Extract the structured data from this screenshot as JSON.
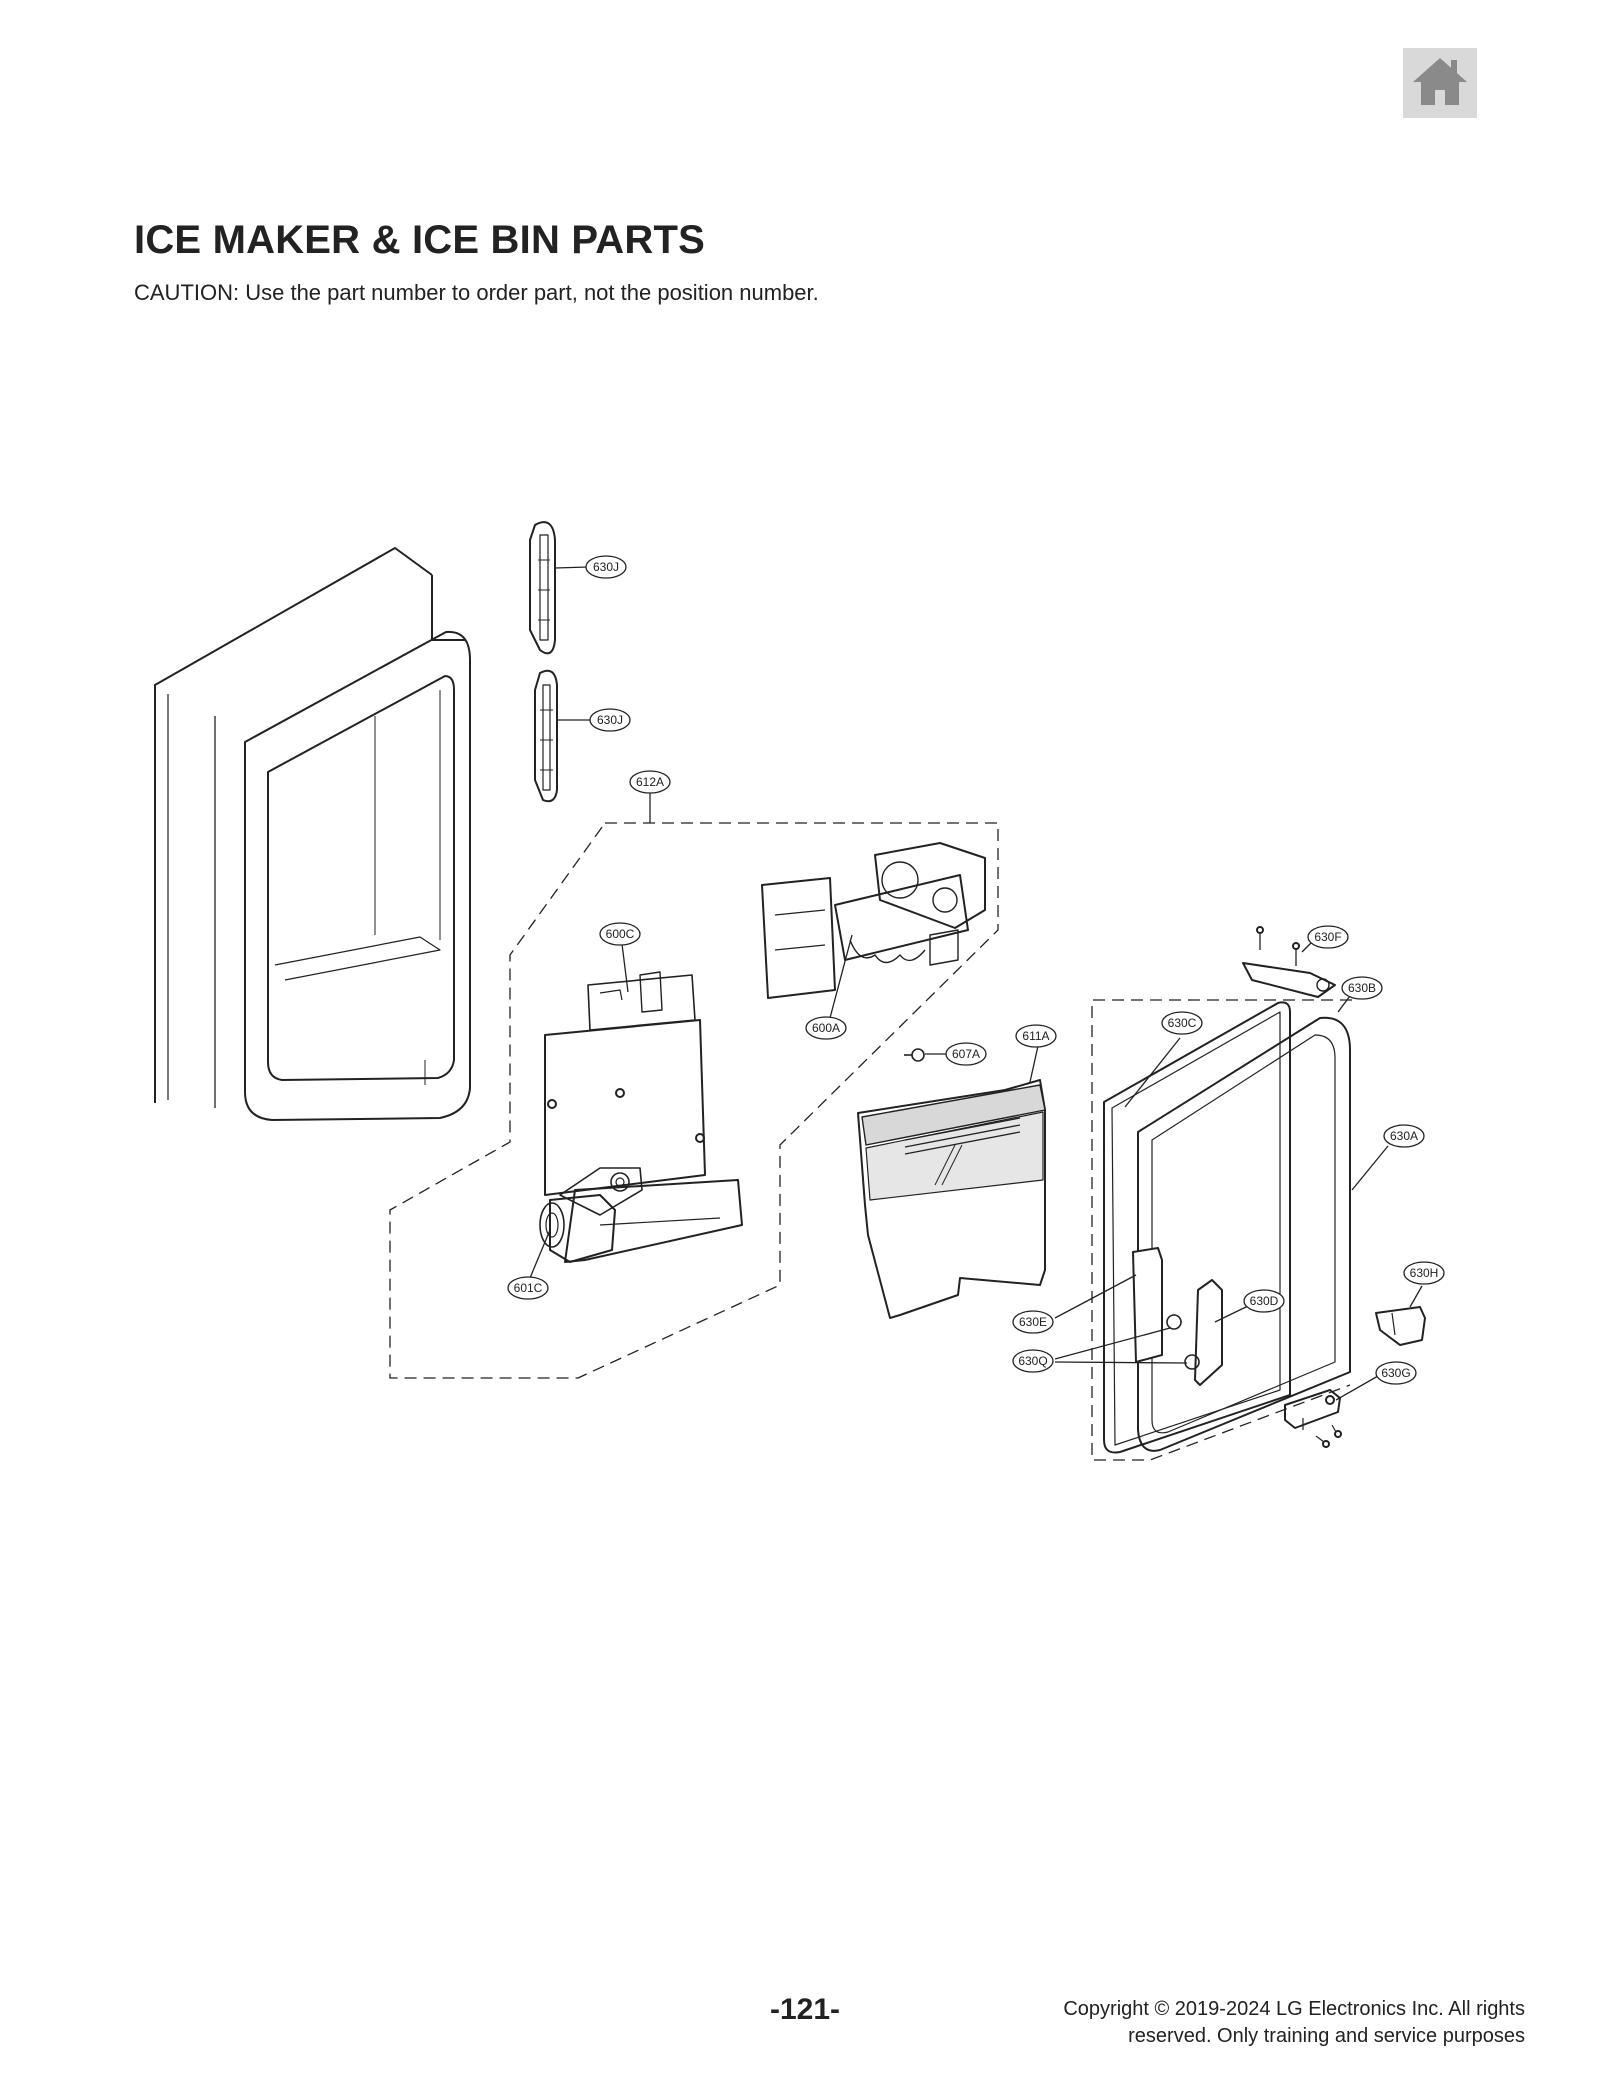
{
  "header": {
    "home_icon": "home-icon",
    "title": "ICE MAKER & ICE BIN PARTS",
    "caution": "CAUTION: Use the part number to order part, not the position number."
  },
  "diagram": {
    "callouts": [
      {
        "id": "630J-top",
        "label": "630J"
      },
      {
        "id": "630J-bottom",
        "label": "630J"
      },
      {
        "id": "612A",
        "label": "612A"
      },
      {
        "id": "600C",
        "label": "600C"
      },
      {
        "id": "600A",
        "label": "600A"
      },
      {
        "id": "607A",
        "label": "607A"
      },
      {
        "id": "611A",
        "label": "611A"
      },
      {
        "id": "601C",
        "label": "601C"
      },
      {
        "id": "630F",
        "label": "630F"
      },
      {
        "id": "630B",
        "label": "630B"
      },
      {
        "id": "630C",
        "label": "630C"
      },
      {
        "id": "630A",
        "label": "630A"
      },
      {
        "id": "630H",
        "label": "630H"
      },
      {
        "id": "630D",
        "label": "630D"
      },
      {
        "id": "630E",
        "label": "630E"
      },
      {
        "id": "630Q",
        "label": "630Q"
      },
      {
        "id": "630G",
        "label": "630G"
      }
    ]
  },
  "footer": {
    "page_number": "-121-",
    "copyright_line1": "Copyright © 2019-2024 LG Electronics Inc.  All  rights",
    "copyright_line2": "reserved. Only training and service purposes"
  }
}
